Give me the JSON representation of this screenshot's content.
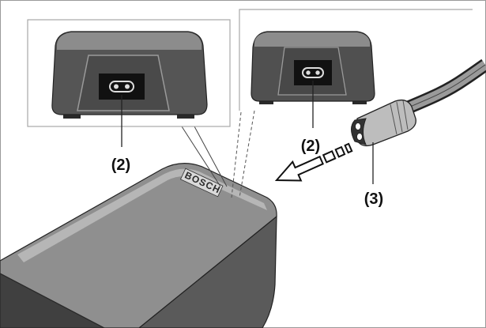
{
  "callouts": {
    "inset_left_socket": "(2)",
    "inset_right_socket": "(2)",
    "plug": "(3)"
  },
  "logo": {
    "text": "BOSCH"
  },
  "colors": {
    "line": "#222222",
    "frame": "#a8a8a8",
    "body_dark": "#505050",
    "body_top": "#8c8c8c",
    "socket": "#111111"
  }
}
